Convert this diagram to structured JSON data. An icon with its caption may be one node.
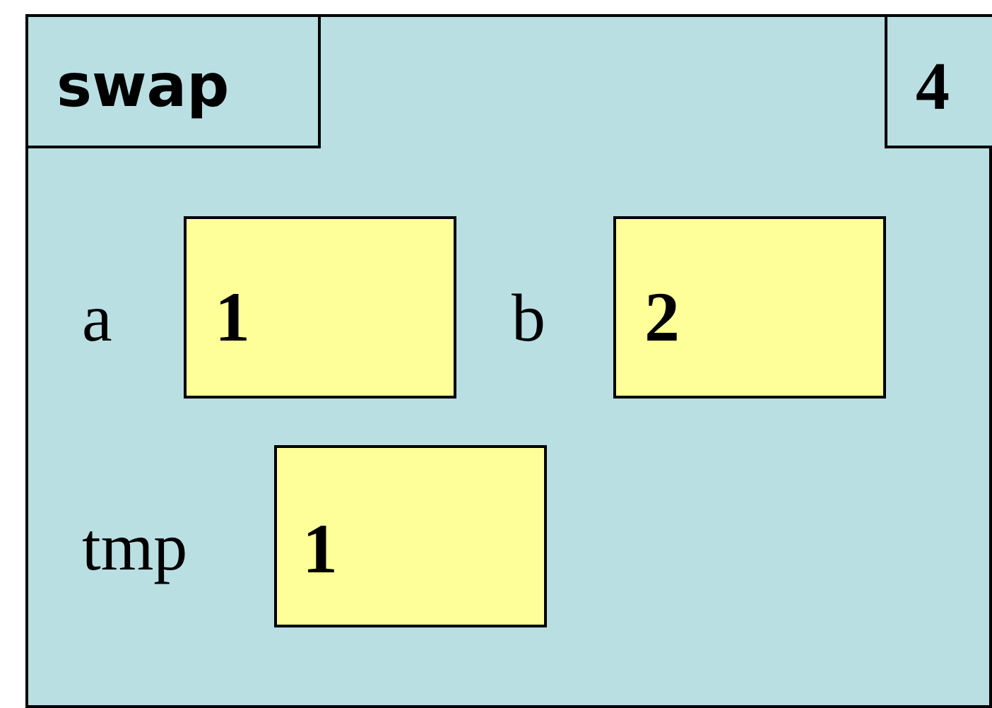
{
  "diagram": {
    "nodes": [
      {
        "text": [],
        "shape": "box"
      },
      {
        "text": [
          "swap"
        ],
        "in": 0
      },
      {
        "text": [
          "4"
        ],
        "in": 0
      },
      {
        "text": [
          "1"
        ],
        "in": 0,
        "beside": [
          "a"
        ]
      },
      {
        "text": [
          "2"
        ],
        "in": 0,
        "beside": [
          "b"
        ]
      },
      {
        "text": [
          "1"
        ],
        "in": 0,
        "beside": [
          "tmp"
        ]
      }
    ]
  }
}
